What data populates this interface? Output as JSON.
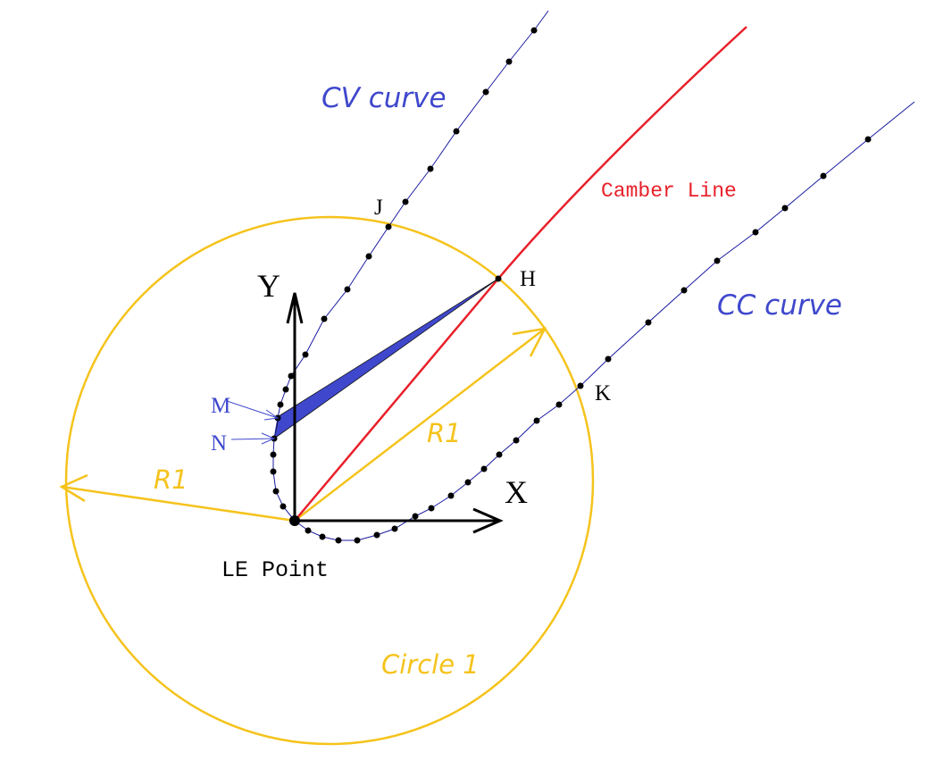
{
  "labels": {
    "cv_curve": "CV curve",
    "cc_curve": "CC curve",
    "camber_line": "Camber Line",
    "circle": "Circle 1",
    "radius_left": "R1",
    "radius_right": "R1",
    "le_point": "LE Point",
    "axis_x": "X",
    "axis_y": "Y",
    "point_j": "J",
    "point_h": "H",
    "point_k": "K",
    "point_m": "M",
    "point_n": "N"
  },
  "colors": {
    "circle": "#f5c31c",
    "camber": "#e8202a",
    "curve": "#1a1aa0",
    "curve_label": "#3f48cc",
    "wedge": "#3f48cc"
  }
}
